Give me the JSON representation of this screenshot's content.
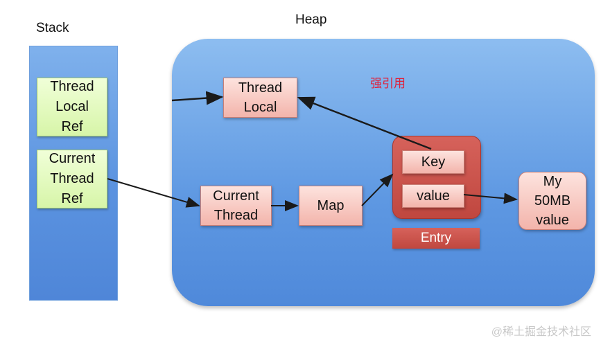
{
  "stack": {
    "title": "Stack",
    "items": [
      "Thread\nLocal\nRef",
      "Current\nThread\nRef"
    ]
  },
  "heap": {
    "title": "Heap",
    "thread_local": "Thread\nLocal",
    "current_thread": "Current\nThread",
    "map": "Map",
    "strong_ref_label": "强引用",
    "entry": {
      "key": "Key",
      "value": "value",
      "label": "Entry"
    },
    "my_value": "My\n50MB\nvalue"
  },
  "colors": {
    "stack_ref_green": "#d7f5a8",
    "heap_object_pink": "#f3b4ab",
    "entry_red": "#c0473f",
    "strong_ref_text": "#e0203a"
  },
  "watermark": "@稀土掘金技术社区"
}
